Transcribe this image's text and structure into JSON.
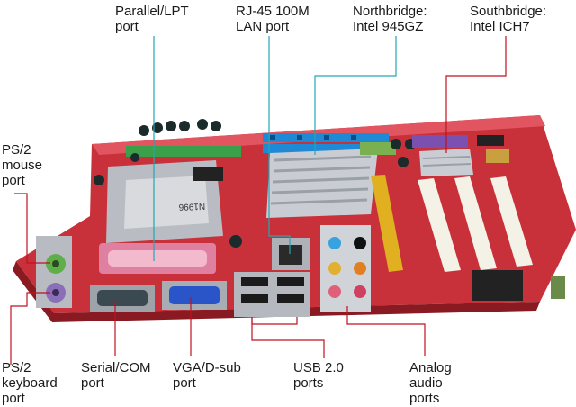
{
  "labels": {
    "parallel": [
      "Parallel/LPT",
      "port"
    ],
    "lan": [
      "RJ-45 100M",
      "LAN port"
    ],
    "northbridge": [
      "Northbridge:",
      "Intel 945GZ"
    ],
    "southbridge": [
      "Southbridge:",
      "Intel ICH7"
    ],
    "ps2_mouse": [
      "PS/2",
      "mouse",
      "port"
    ],
    "ps2_keyboard": [
      "PS/2",
      "keyboard",
      "port"
    ],
    "serial": [
      "Serial/COM",
      "port"
    ],
    "vga": [
      "VGA/D-sub",
      "port"
    ],
    "usb": [
      "USB 2.0",
      "ports"
    ],
    "audio": [
      "Analog",
      "audio",
      "ports"
    ]
  },
  "board": {
    "chip_marking": "N1996",
    "colors": {
      "pcb": "#c8303a",
      "leader_teal": "#22a7b5",
      "leader_red": "#c01020",
      "pci_slot": "#f4f1e6",
      "agp_slot": "#e0b020",
      "ram_slot": "#1e8ad6",
      "ps2_mouse": "#5fae4a",
      "ps2_keyboard": "#8a6fb8",
      "vga": "#2a55c8",
      "parallel": "#e080a0"
    }
  }
}
